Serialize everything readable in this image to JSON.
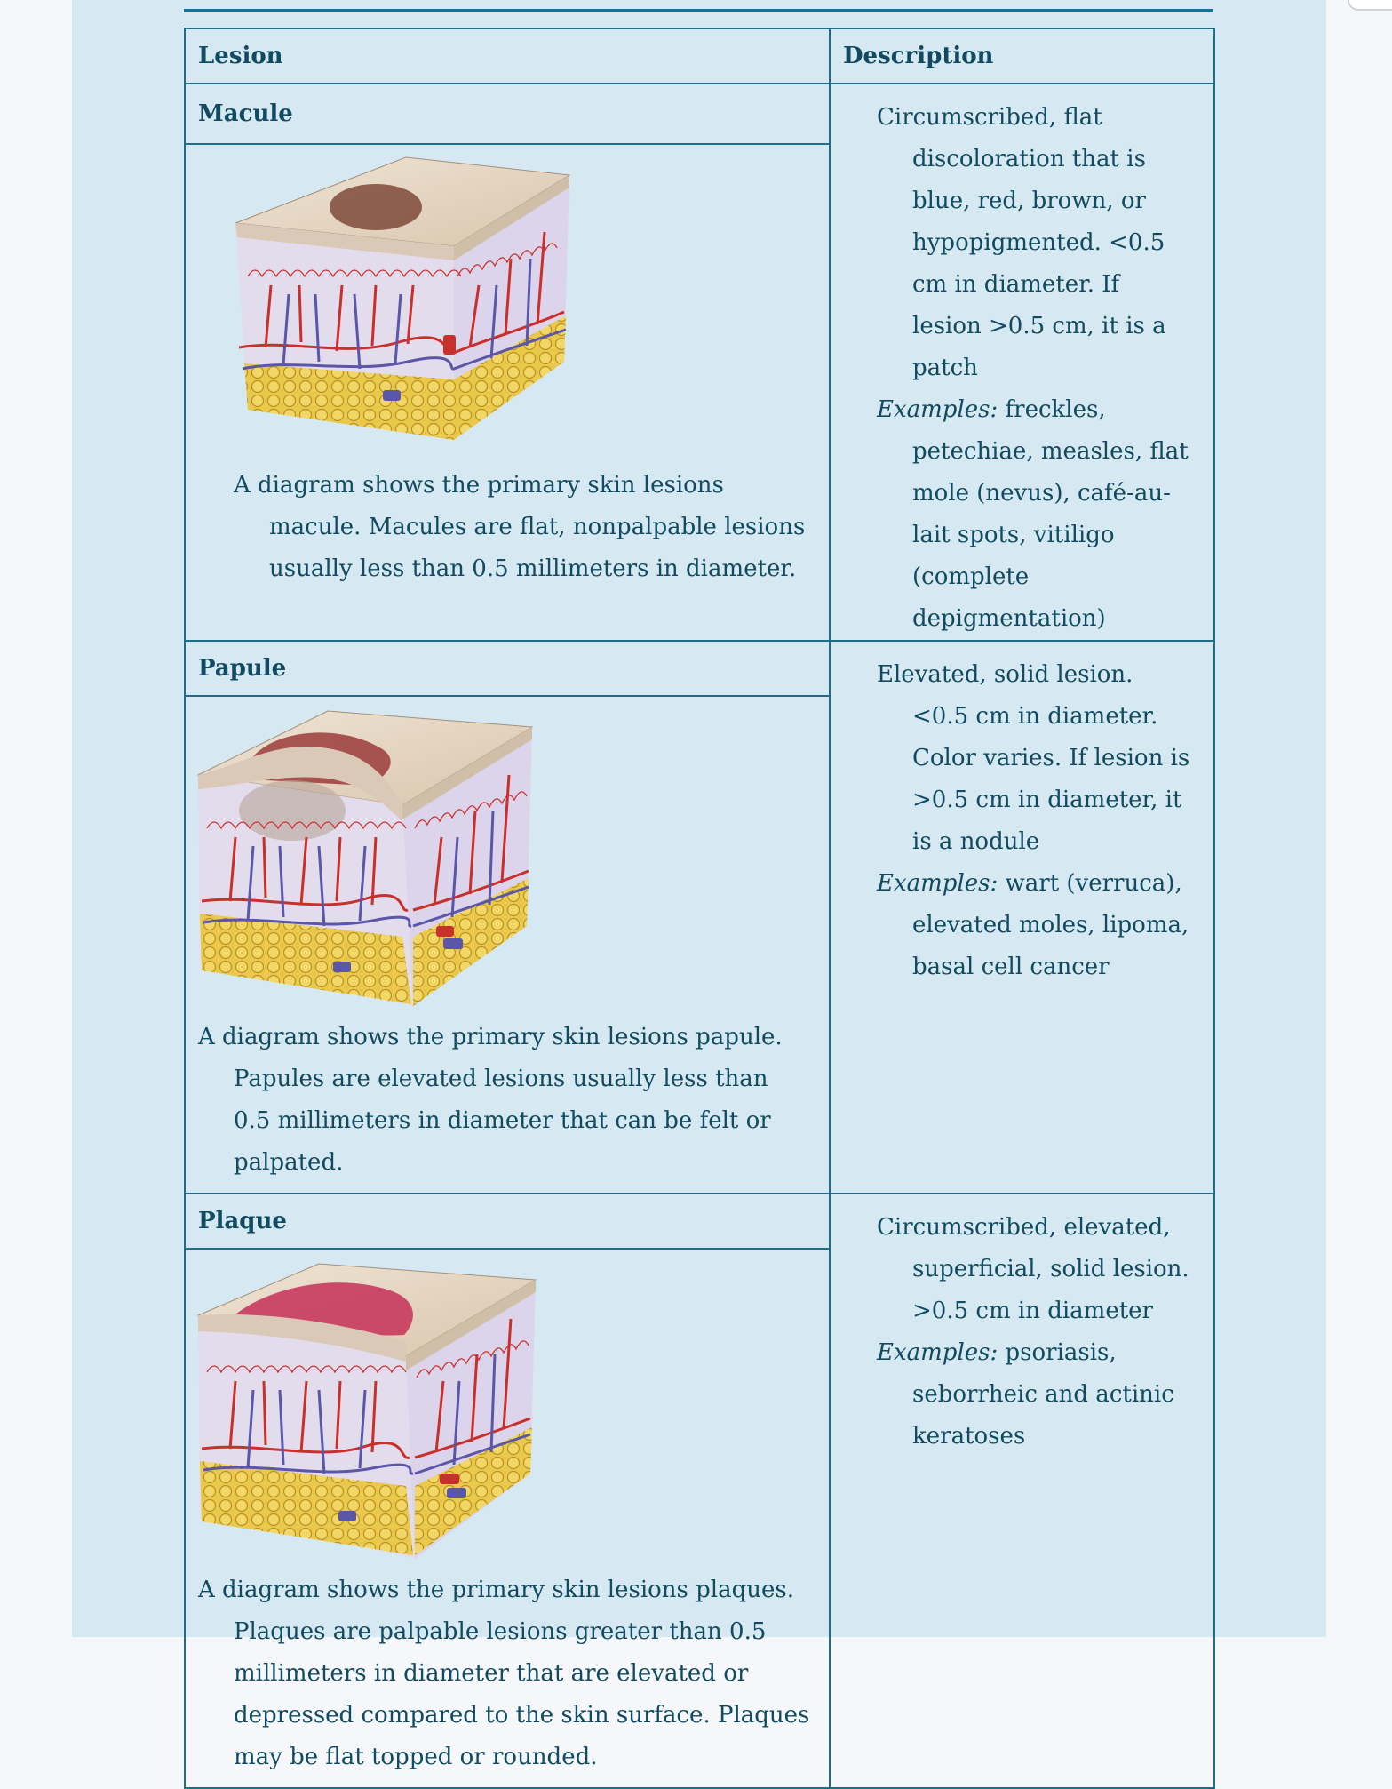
{
  "table": {
    "header": {
      "lesion": "Lesion",
      "description": "Description"
    },
    "rows": [
      {
        "name": "Macule",
        "description_main": "Circumscribed, flat discoloration that is blue, red, brown, or hypopigmented. <0.5 cm in diameter. If lesion >0.5 cm, it is a patch",
        "examples_label": "Examples:",
        "examples_text": " freckles, petechiae, measles, flat mole (nevus), café-au-lait spots, vitiligo (complete depigmentation)",
        "caption": "A diagram shows the primary skin lesions macule. Macules are flat, nonpalpable lesions usually less than 0.5 millimeters in diameter."
      },
      {
        "name": "Papule",
        "description_main": "Elevated, solid lesion. <0.5 cm in diameter. Color varies. If lesion is >0.5 cm in diameter, it is a nodule",
        "examples_label": "Examples:",
        "examples_text": " wart (verruca), elevated moles, lipoma, basal cell cancer",
        "caption": "A diagram shows the primary skin lesions papule. Papules are elevated lesions usually less than 0.5 millimeters in diameter that can be felt or palpated."
      },
      {
        "name": "Plaque",
        "description_main": "Circumscribed, elevated, superficial, solid lesion. >0.5 cm in diameter",
        "examples_label": "Examples:",
        "examples_text": " psoriasis, seborrheic and actinic keratoses",
        "caption": "A diagram shows the primary skin lesions plaques. Plaques are palpable lesions greater than 0.5 millimeters in diameter that are elevated or depressed compared to the skin surface. Plaques may be flat topped or rounded."
      }
    ]
  },
  "colors": {
    "panel": "#d6e8f1",
    "border": "#1e6e8a",
    "text": "#104b61"
  }
}
